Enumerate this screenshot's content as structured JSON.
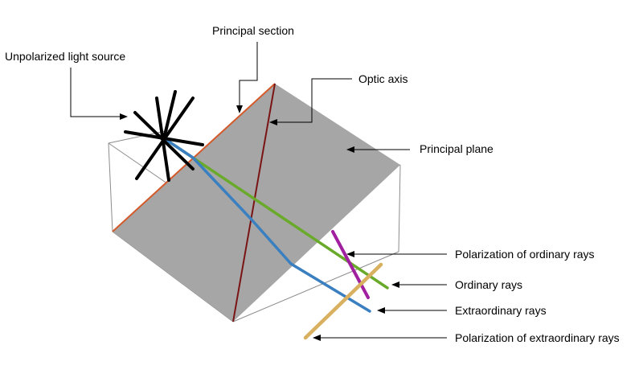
{
  "labels": {
    "light_source": "Unpolarized light source",
    "principal_section": "Principal section",
    "optic_axis": "Optic axis",
    "principal_plane": "Principal plane",
    "polarization_ordinary": "Polarization of ordinary rays",
    "ordinary_rays": "Ordinary rays",
    "extraordinary_rays": "Extraordinary rays",
    "polarization_extraordinary": "Polarization of extraordinary rays"
  },
  "colors": {
    "principal_plane_fill": "#a6a6a6",
    "box_edges": "#8c8c8c",
    "principal_section_edge": "#d45a2a",
    "optic_axis": "#7a1414",
    "ordinary_ray": "#6aaa2a",
    "extraordinary_ray": "#3a7fc0",
    "polarization_ordinary": "#a020a0",
    "polarization_extraordinary": "#d8b060",
    "light_source": "#000000",
    "arrows": "#000000"
  }
}
